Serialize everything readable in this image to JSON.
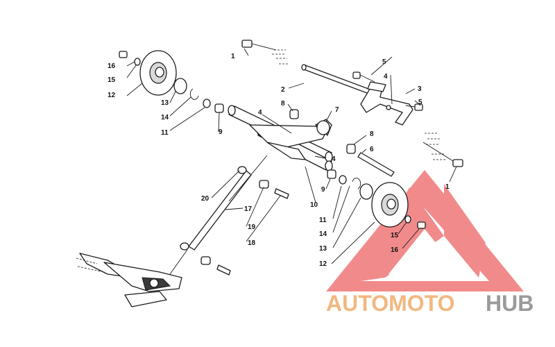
{
  "callouts": {
    "c1a": "1",
    "c1b": "1",
    "c2": "2",
    "c3": "3",
    "c4a": "4",
    "c4b": "4",
    "c4c": "4",
    "c5a": "5",
    "c5b": "5",
    "c7": "7",
    "c8a": "8",
    "c8b": "8",
    "c9a": "9",
    "c9b": "9",
    "c10": "10",
    "c11a": "11",
    "c11b": "11",
    "c12a": "12",
    "c12b": "12",
    "c13a": "13",
    "c13b": "13",
    "c14a": "14",
    "c14b": "14",
    "c15a": "15",
    "c15b": "15",
    "c16a": "16",
    "c16b": "16",
    "c17": "17",
    "c18": "18",
    "c19": "19",
    "c20": "20"
  },
  "watermark": {
    "brand_part1": "AUTOMOTO",
    "brand_part2": "HUB",
    "color_part1": "#f2b880",
    "color_part2": "#9a9a9a",
    "logo_color": "#ef6b6b"
  }
}
